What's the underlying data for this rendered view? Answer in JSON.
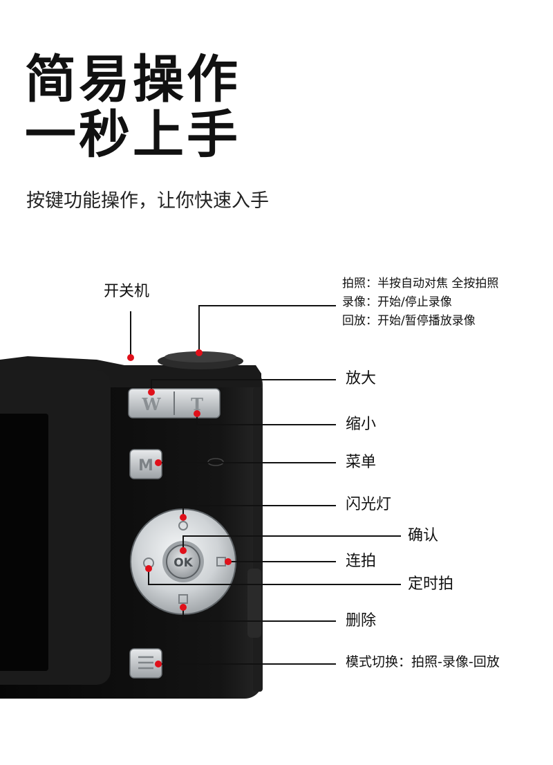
{
  "title_line1": "简易操作",
  "title_line2": "一秒上手",
  "subtitle": "按键功能操作，让你快速入手",
  "button_text": {
    "wide": "W",
    "tele": "T",
    "menu": "M",
    "ok": "OK"
  },
  "labels": {
    "power": "开关机",
    "shutter_photo": "拍照：半按自动对焦 全按拍照",
    "shutter_video": "录像：开始/停止录像",
    "shutter_playback": "回放：开始/暂停播放录像",
    "zoom_in": "放大",
    "zoom_out": "缩小",
    "menu": "菜单",
    "flash": "闪光灯",
    "confirm": "确认",
    "burst": "连拍",
    "timer": "定时拍",
    "delete": "删除",
    "mode": "模式切换：拍照-录像-回放"
  },
  "colors": {
    "marker": "#e0101a",
    "body": "#0d0d0d",
    "screen": "#1c1c1c",
    "dial": "#c9cdd1"
  }
}
